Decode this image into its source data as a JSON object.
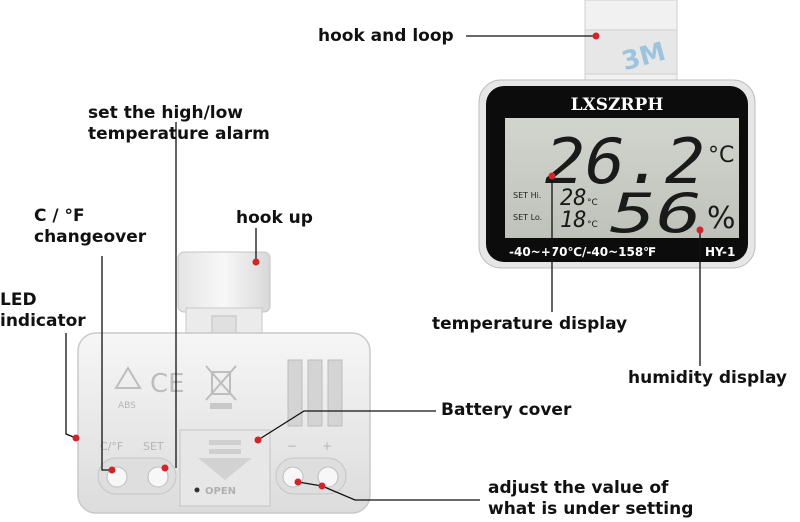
{
  "labels": {
    "hook_and_loop": "hook and loop",
    "set_alarm_line1": "set the high/low",
    "set_alarm_line2": "temperature alarm",
    "cf_line1": "C / °F",
    "cf_line2": "changeover",
    "hook_up": "hook up",
    "led_line1": "LED",
    "led_line2": "indicator",
    "temperature_display": "temperature display",
    "humidity_display": "humidity display",
    "battery_cover": "Battery cover",
    "adjust_line1": "adjust the value of",
    "adjust_line2": "what is under setting"
  },
  "device": {
    "brand": "LXSZRPH",
    "temperature": "26.2",
    "temp_unit": "°C",
    "set_hi_label": "SET Hi.",
    "set_lo_label": "SET Lo.",
    "set_hi_value": "28",
    "set_lo_value": "18",
    "small_unit": "°C",
    "humidity": "56",
    "humidity_unit": "%",
    "range": "-40~+70℃/-40~158℉",
    "model": "HY-1",
    "tape_text": "3M"
  },
  "back": {
    "cf_key": "C/°F",
    "set_key": "SET",
    "abs_text": "ABS",
    "ce_text": "CE",
    "minus": "−",
    "plus": "+",
    "open_text": "OPEN"
  },
  "colors": {
    "pointer_dot": "#d0252b",
    "lcd_bg": "#c9ccc4",
    "lcd_segment": "#1a1a1a",
    "bezel": "#0c0c0c",
    "back_shell": "#ececec"
  }
}
